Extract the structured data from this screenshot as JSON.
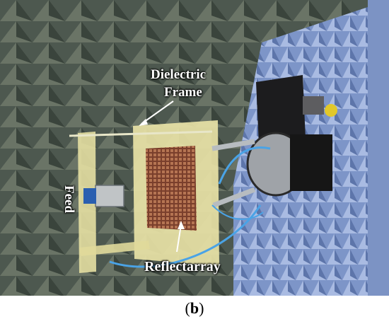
{
  "labels": {
    "dielectric_line1": "Dielectric",
    "dielectric_line2": "Frame",
    "feed": "Feed",
    "reflectarray": "Reflectarray"
  },
  "caption": {
    "open": "(",
    "letter": "b",
    "close": ")"
  },
  "colors": {
    "absorber_dark": "#4a5548",
    "absorber_light": "#8a957f",
    "blue_absorber": "#8fa6d6",
    "frame_yellow": "#e8e2a6",
    "array_copper": "#9a5a3f"
  }
}
